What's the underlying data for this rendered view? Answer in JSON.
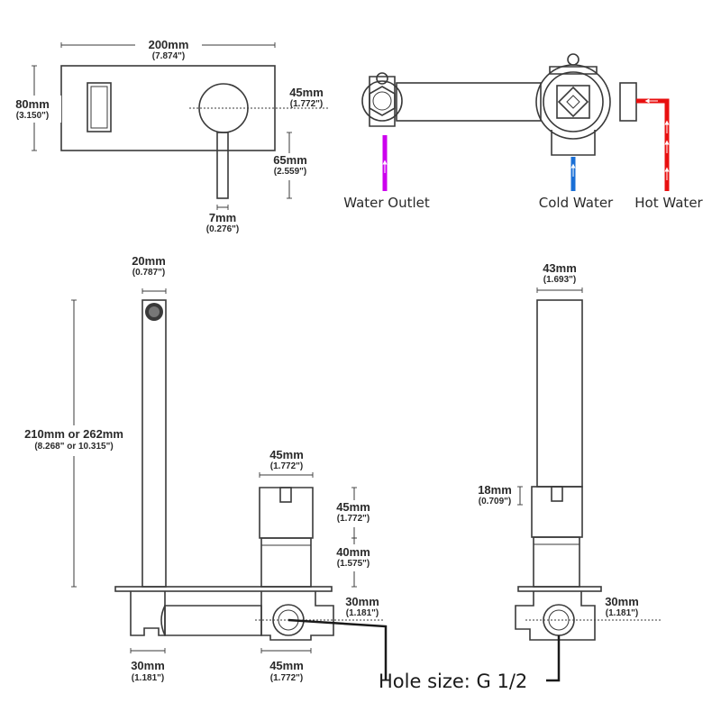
{
  "front_view": {
    "width": {
      "mm": "200mm",
      "in": "(7.874\")"
    },
    "height": {
      "mm": "80mm",
      "in": "(3.150\")"
    },
    "handle_offset": {
      "mm": "45mm",
      "in": "(1.772\")"
    },
    "handle_length": {
      "mm": "65mm",
      "in": "(2.559\")"
    },
    "handle_width": {
      "mm": "7mm",
      "in": "(0.276\")"
    }
  },
  "connections": {
    "outlet": "Water Outlet",
    "cold": "Cold Water",
    "hot": "Hot Water",
    "colors": {
      "outlet": "#cc00ee",
      "cold": "#1a6fd6",
      "hot": "#e81010"
    }
  },
  "side_view": {
    "spout_width": {
      "mm": "20mm",
      "in": "(0.787\")"
    },
    "spout_height": {
      "mm": "210mm or 262mm",
      "in": "(8.268\" or 10.315\")"
    },
    "handle_width": {
      "mm": "45mm",
      "in": "(1.772\")"
    },
    "handle_height": {
      "mm": "45mm",
      "in": "(1.772\")"
    },
    "body_height": {
      "mm": "40mm",
      "in": "(1.575\")"
    },
    "depth": {
      "mm": "30mm",
      "in": "(1.181\")"
    },
    "base_left": {
      "mm": "30mm",
      "in": "(1.181\")"
    },
    "base_right": {
      "mm": "45mm",
      "in": "(1.772\")"
    }
  },
  "end_view": {
    "width": {
      "mm": "43mm",
      "in": "(1.693\")"
    },
    "handle_height": {
      "mm": "18mm",
      "in": "(0.709\")"
    },
    "depth": {
      "mm": "30mm",
      "in": "(1.181\")"
    }
  },
  "hole_size": "Hole size: G 1/2"
}
